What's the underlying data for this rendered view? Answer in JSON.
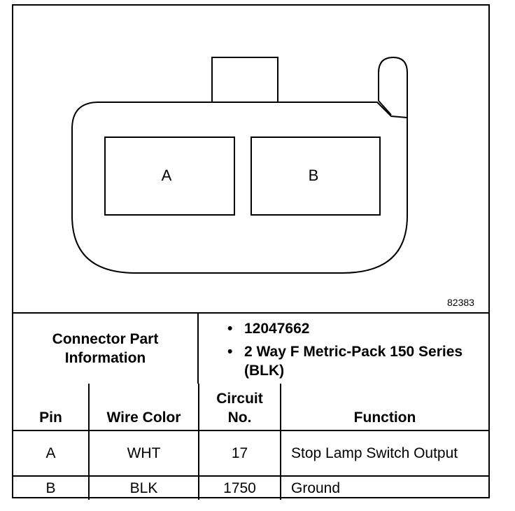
{
  "diagram": {
    "cavities": [
      {
        "label": "A"
      },
      {
        "label": "B"
      }
    ],
    "figure_number": "82383"
  },
  "connector_info": {
    "label": "Connector Part Information",
    "items": [
      {
        "bullet": "•",
        "text": "12047662"
      },
      {
        "bullet": "•",
        "text": "2 Way F Metric-Pack 150 Series (BLK)"
      }
    ]
  },
  "table": {
    "headers": {
      "pin": "Pin",
      "wire_color": "Wire Color",
      "circuit_line1": "Circuit",
      "circuit_line2": "No.",
      "function": "Function"
    },
    "rows": [
      {
        "pin": "A",
        "wire_color": "WHT",
        "circuit": "17",
        "function": "Stop Lamp Switch Output"
      },
      {
        "pin": "B",
        "wire_color": "BLK",
        "circuit": "1750",
        "function": "Ground"
      }
    ]
  }
}
